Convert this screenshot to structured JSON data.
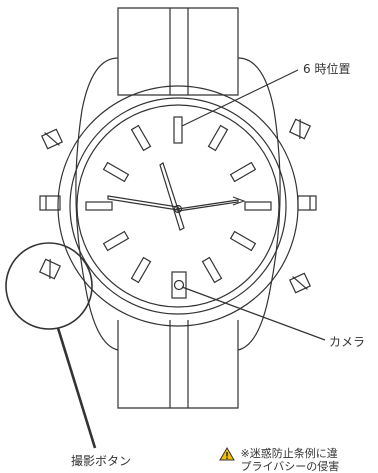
{
  "labels": {
    "six_position": "6 時位置",
    "camera": "カメラ",
    "shutter_button": "撮影ボタン"
  },
  "warning": {
    "line1": "※迷惑防止条例に違",
    "line2": "プライバシーの侵害",
    "icon": "warning-triangle-icon",
    "icon_color": "#f2c200"
  },
  "colors": {
    "stroke": "#333333",
    "background": "#ffffff"
  }
}
